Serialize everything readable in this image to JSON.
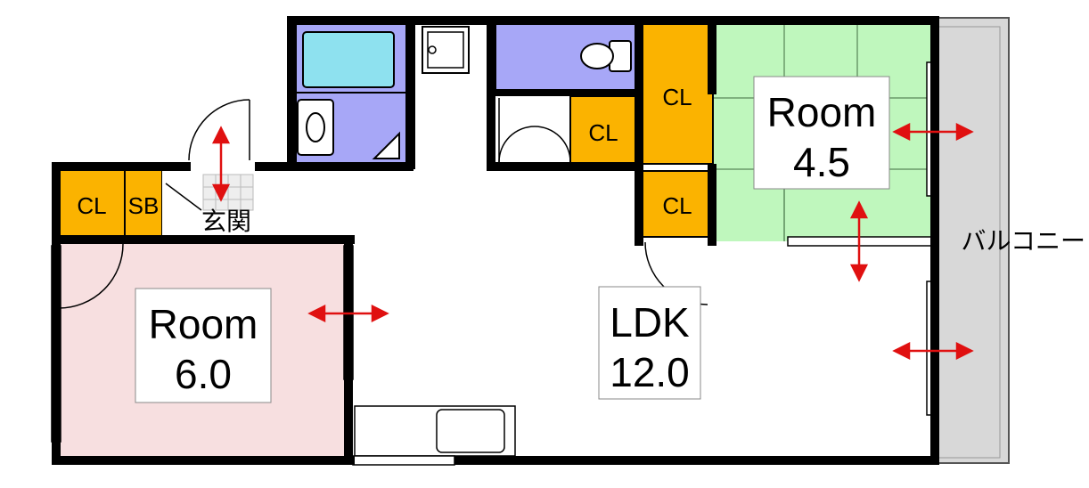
{
  "rooms": {
    "room_a": {
      "title": "Room",
      "size": "4.5",
      "color": "#bff7bd"
    },
    "room_b": {
      "title": "Room",
      "size": "6.0",
      "color": "#f7dfe0"
    },
    "ldk": {
      "title": "LDK",
      "size": "12.0"
    }
  },
  "labels": {
    "cl": "CL",
    "sb": "SB",
    "entrance": "玄関",
    "balcony": "バルコニー"
  },
  "colors": {
    "closet": "#fbb300",
    "wet_area": "#a7a7f7",
    "bath": "#8ee1ef",
    "balcony": "#d8d8d8",
    "arrow": "#e01010"
  }
}
